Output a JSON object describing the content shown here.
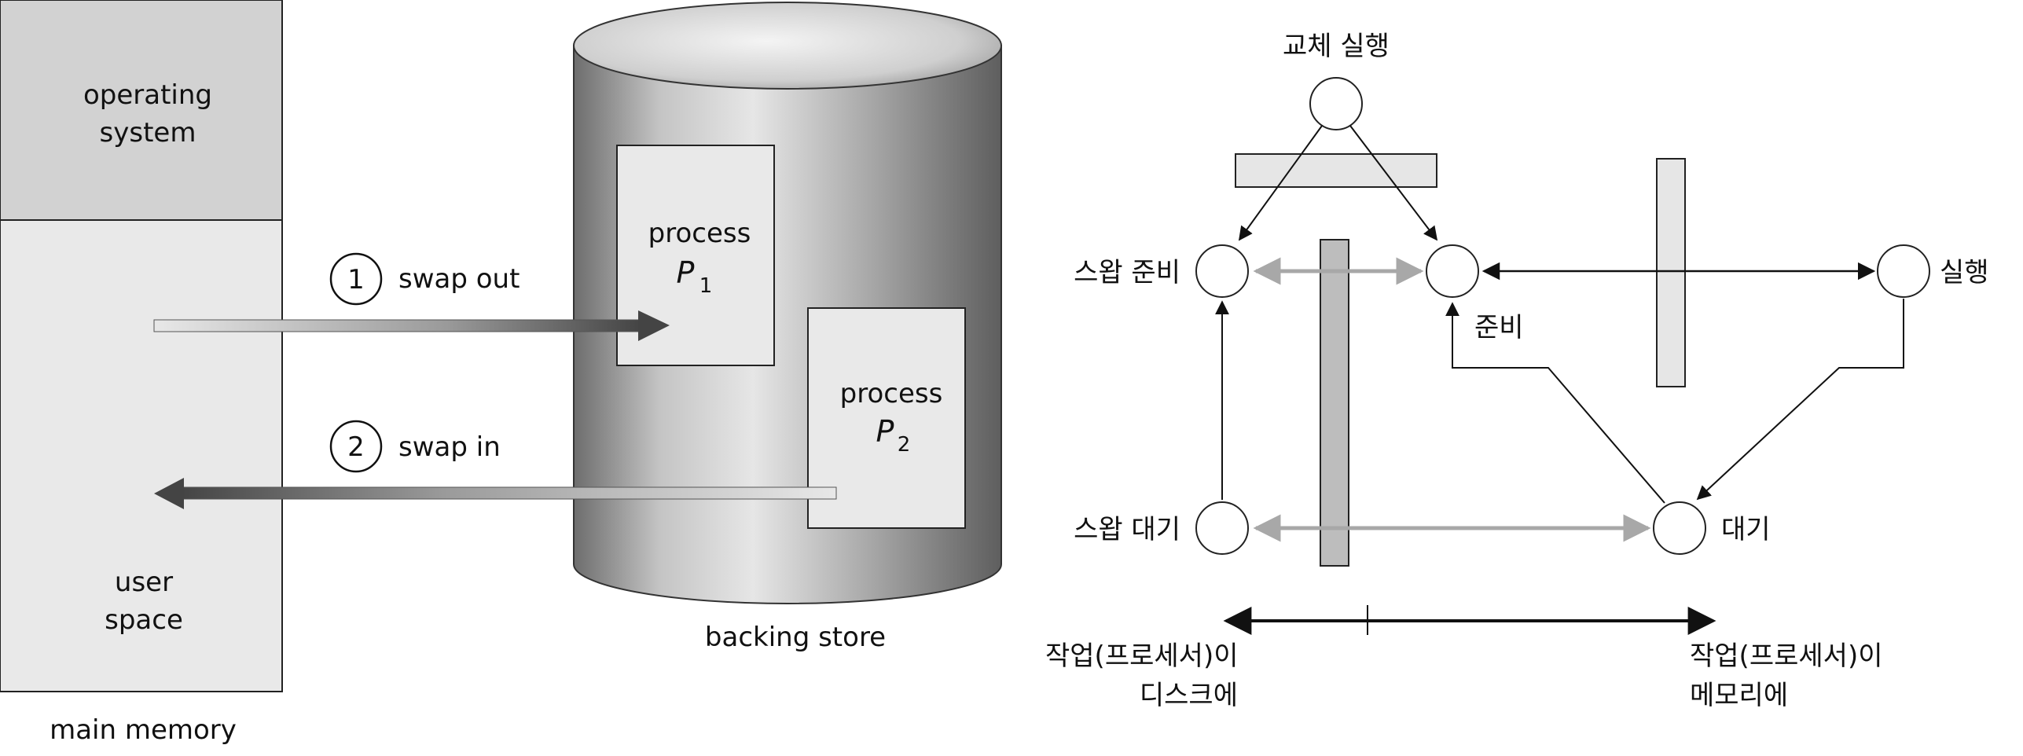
{
  "left_diagram": {
    "os_line1": "operating",
    "os_line2": "system",
    "user_line1": "user",
    "user_line2": "space",
    "main_memory_label": "main memory",
    "backing_store_label": "backing store",
    "swap_out_number": "1",
    "swap_out_label": "swap out",
    "swap_in_number": "2",
    "swap_in_label": "swap in",
    "process1_label": "process",
    "process1_sym": "P",
    "process1_sub": "1",
    "process2_label": "process",
    "process2_sym": "P",
    "process2_sub": "2"
  },
  "right_diagram": {
    "replace_exec_label": "교체 실행",
    "swap_ready_label": "스왑 준비",
    "ready_label": "준비",
    "run_label": "실행",
    "swap_wait_label": "스왑 대기",
    "wait_label": "대기",
    "left_bottom_line1": "작업(프로세서)이",
    "left_bottom_line2": "디스크에",
    "right_bottom_line1": "작업(프로세서)이",
    "right_bottom_line2": "메모리에"
  }
}
